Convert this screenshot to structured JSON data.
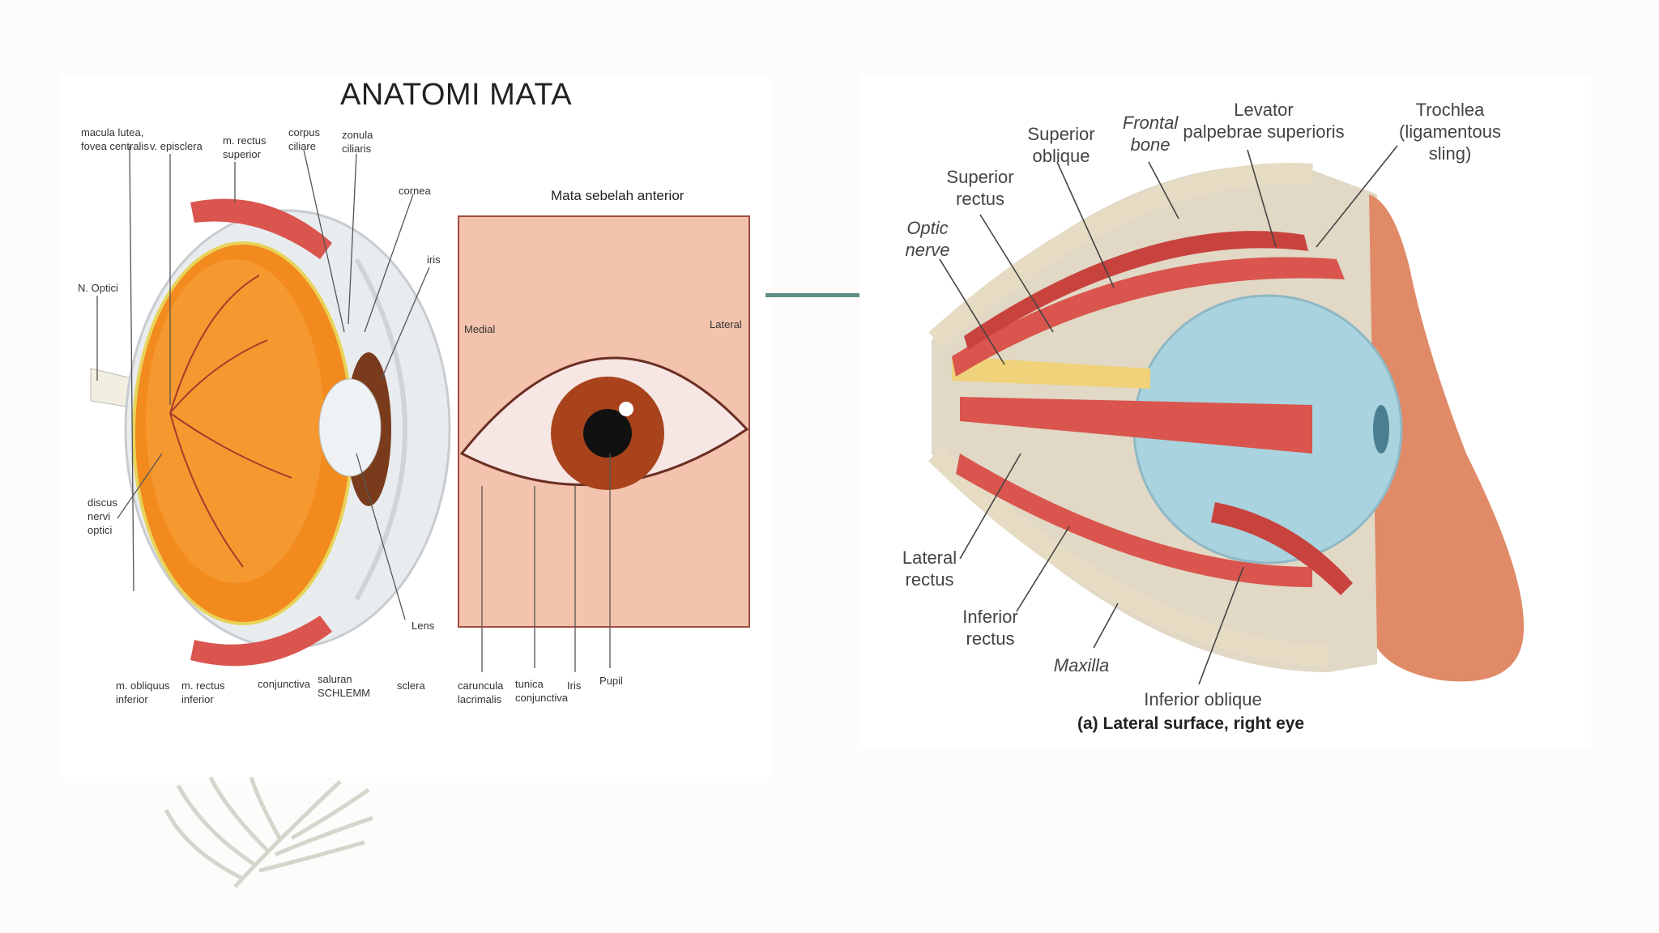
{
  "left_figure": {
    "title": "ANATOMI MATA",
    "anterior_title": "Mata sebelah anterior",
    "labels": {
      "macula": "macula lutea,\nfovea centralis",
      "episclera": "v. episclera",
      "rectus_sup": "m. rectus\nsuperior",
      "corpus": "corpus\nciliare",
      "zonula": "zonula\nciliaris",
      "cornea": "cornea",
      "iris": "iris",
      "n_optici": "N. Optici",
      "discus": "discus\nnervi\noptici",
      "lens": "Lens",
      "obliquus_inf": "m. obliquus\ninferior",
      "rectus_inf": "m. rectus\ninferior",
      "conjunctiva": "conjunctiva",
      "saluran": "saluran\nSCHLEMM",
      "sclera": "sclera",
      "medial": "Medial",
      "lateral": "Lateral",
      "caruncula": "caruncula\nlacrimalis",
      "tunica": "tunica\nconjunctiva",
      "iris2": "Iris",
      "pupil": "Pupil"
    }
  },
  "right_figure": {
    "caption": "(a) Lateral surface, right eye",
    "labels": {
      "superior_oblique": "Superior\noblique",
      "frontal_bone": "Frontal\nbone",
      "levator": "Levator\npalpebrae superioris",
      "trochlea": "Trochlea\n(ligamentous sling)",
      "superior_rectus": "Superior\nrectus",
      "optic_nerve": "Optic\nnerve",
      "lateral_rectus": "Lateral\nrectus",
      "inferior_rectus": "Inferior\nrectus",
      "maxilla": "Maxilla",
      "inferior_oblique": "Inferior oblique"
    }
  },
  "colors": {
    "divider": "#5f8f86",
    "muscle": "#d9554d",
    "globe": "#f28a1e",
    "sclera_blue": "#a9d3de"
  }
}
